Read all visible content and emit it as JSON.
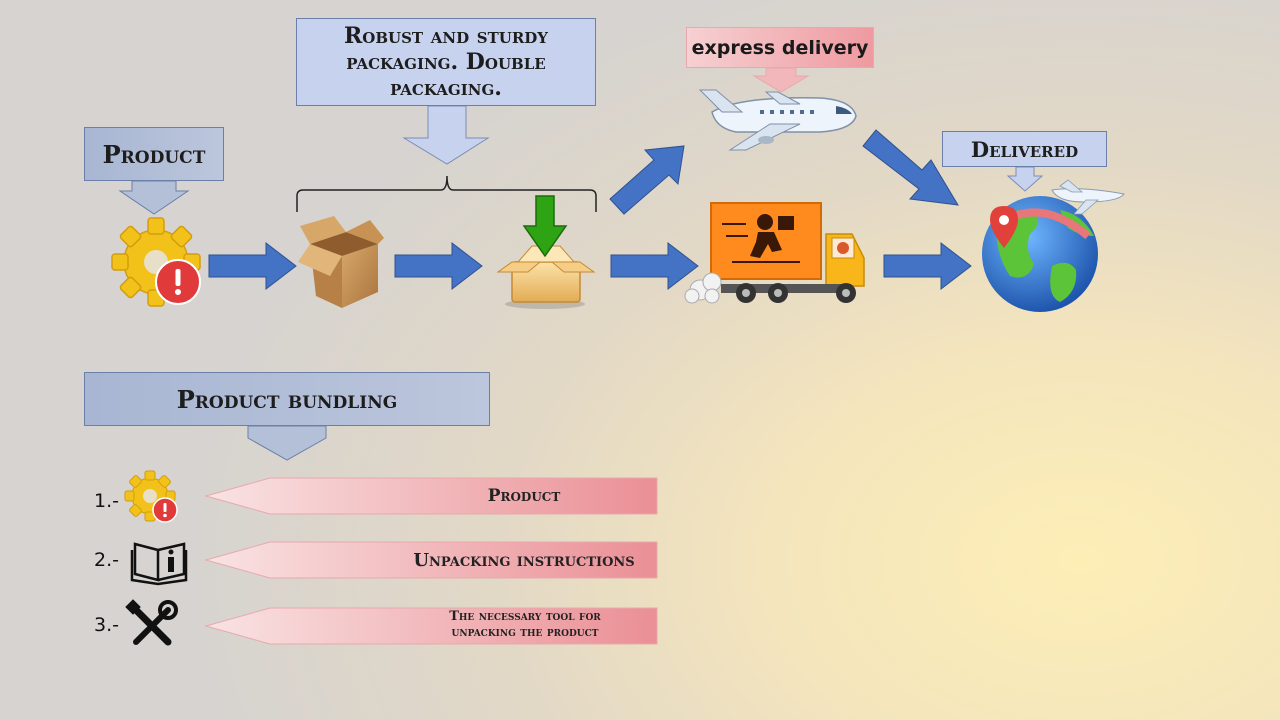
{
  "flow": {
    "product_label": "Product",
    "packaging_label": "Robust and sturdy packaging. Double packaging.",
    "express_label": "express delivery",
    "delivered_label": "Delivered"
  },
  "bundling": {
    "title": "Product bundling",
    "items": [
      {
        "number": "1.-",
        "label": "Product",
        "icon": "gear-alert-icon"
      },
      {
        "number": "2.-",
        "label": "Unpacking instructions",
        "icon": "manual-info-icon"
      },
      {
        "number": "3.-",
        "label": "The necessary tool for unpacking the product",
        "icon": "tools-icon"
      }
    ]
  },
  "colors": {
    "arrow_blue": "#4472c4",
    "box_blue": "#aab8d4",
    "box_lavender": "#c7d3ee",
    "banner_pink": "#ee9aa0",
    "gear_yellow": "#f2c21b",
    "alert_red": "#e03a3a"
  }
}
